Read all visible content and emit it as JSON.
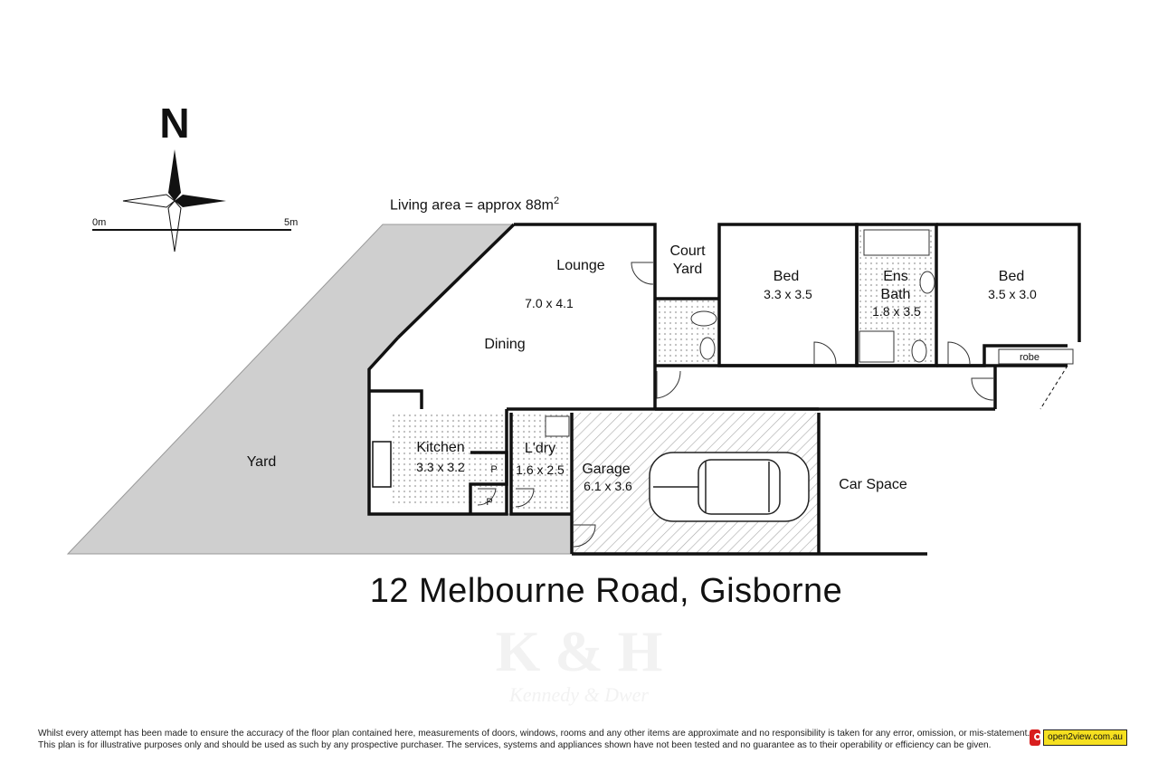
{
  "compass": {
    "north_label": "N",
    "scale_start": "0m",
    "scale_end": "5m"
  },
  "living_area": {
    "text": "Living area = approx 88m",
    "superscript": "2"
  },
  "rooms": {
    "lounge": {
      "name": "Lounge",
      "dims": "7.0 x 4.1"
    },
    "dining": {
      "name": "Dining"
    },
    "court_yard": {
      "line1": "Court",
      "line2": "Yard"
    },
    "bed1": {
      "name": "Bed",
      "dims": "3.3 x 3.5"
    },
    "ens_bath": {
      "line1": "Ens",
      "line2": "Bath",
      "dims": "1.8 x 3.5"
    },
    "bed2": {
      "name": "Bed",
      "dims": "3.5 x 3.0"
    },
    "robe": {
      "name": "robe"
    },
    "kitchen": {
      "name": "Kitchen",
      "dims": "3.3 x 3.2"
    },
    "pantry1": {
      "name": "P"
    },
    "pantry2": {
      "name": "P"
    },
    "laundry": {
      "name": "L'dry",
      "dims": "1.6 x 2.5"
    },
    "garage": {
      "name": "Garage",
      "dims": "6.1 x 3.6"
    },
    "car_space": {
      "name": "Car Space"
    },
    "yard": {
      "name": "Yard"
    }
  },
  "address": "12 Melbourne Road, Gisborne",
  "watermark": {
    "initials": "K & H",
    "agency": "Kennedy & Dwer"
  },
  "disclaimer": {
    "line1": "Whilst every attempt has been made to ensure the accuracy of the floor plan contained here, measurements of doors, windows, rooms and any other items are approximate and no responsibility is taken for any error, omission, or mis-statement.",
    "line2": "This plan is for illustrative purposes only and should be used as such by any prospective purchaser. The services, systems and appliances shown have not been tested and no guarantee as to their operability or efficiency can be given."
  },
  "badge": {
    "text": "open2view.com.au"
  },
  "colors": {
    "wall": "#111111",
    "yard_fill": "#cfcfcf",
    "tile_dot": "#bdbdbd",
    "badge_yellow": "#f6e020",
    "badge_red": "#d81e1e"
  }
}
